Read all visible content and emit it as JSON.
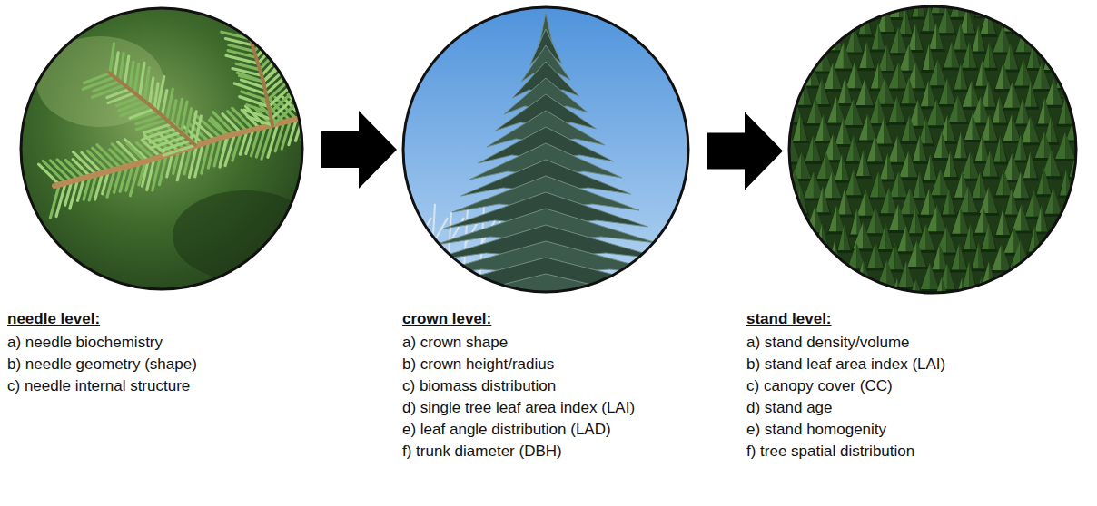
{
  "diagram": {
    "nodes": [
      {
        "text": [
          "needle level:",
          "a) needle biochemistry",
          "b) needle geometry (shape)",
          "c) needle internal structure"
        ]
      },
      {
        "text": [
          "crown level:",
          "a) crown shape",
          "b) crown height/radius",
          "c) biomass distribution",
          "d) single tree leaf area index (LAI)",
          "e) leaf angle distribution (LAD)",
          "f) trunk diameter (DBH)"
        ]
      },
      {
        "text": [
          "stand level:",
          "a) stand density/volume",
          "b) stand leaf area index (LAI)",
          "c) canopy cover (CC)",
          "d) stand age",
          "e) stand homogenity",
          "f) tree spatial distribution"
        ]
      }
    ],
    "edges": [
      {
        "from": 0,
        "to": 1,
        "arrow": "to"
      },
      {
        "from": 1,
        "to": 2,
        "arrow": "to"
      }
    ]
  }
}
